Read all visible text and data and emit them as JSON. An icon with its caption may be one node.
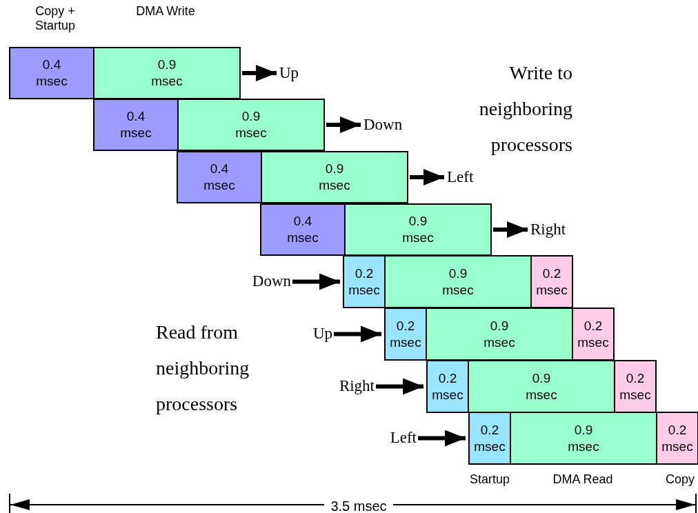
{
  "diagram": {
    "nodes": [
      {
        "text": [
          "0.4 msec"
        ]
      },
      {
        "text": [
          "0.9 msec"
        ]
      },
      {
        "text": [
          "Up"
        ]
      },
      {
        "text": [
          "0.4 msec"
        ]
      },
      {
        "text": [
          "0.9 msec"
        ]
      },
      {
        "text": [
          "Down"
        ]
      },
      {
        "text": [
          "0.4 msec"
        ]
      },
      {
        "text": [
          "0.9 msec"
        ]
      },
      {
        "text": [
          "Left"
        ]
      },
      {
        "text": [
          "0.4 msec"
        ]
      },
      {
        "text": [
          "0.9 msec"
        ]
      },
      {
        "text": [
          "Right"
        ]
      },
      {
        "text": [
          "Down"
        ]
      },
      {
        "text": [
          "0.2 msec"
        ]
      },
      {
        "text": [
          "0.9 msec"
        ]
      },
      {
        "text": [
          "0.2 msec"
        ]
      },
      {
        "text": [
          "Up"
        ]
      },
      {
        "text": [
          "0.2 msec"
        ]
      },
      {
        "text": [
          "0.9 msec"
        ]
      },
      {
        "text": [
          "0.2 msec"
        ]
      },
      {
        "text": [
          "Right"
        ]
      },
      {
        "text": [
          "0.2 msec"
        ]
      },
      {
        "text": [
          "0.9 msec"
        ]
      },
      {
        "text": [
          "0.2 msec"
        ]
      },
      {
        "text": [
          "Left"
        ]
      },
      {
        "text": [
          "0.2 msec"
        ]
      },
      {
        "text": [
          "0.9 msec"
        ]
      },
      {
        "text": [
          "0.2 msec"
        ]
      }
    ],
    "edges": [
      {
        "from": 1,
        "to": 2,
        "arrow": "to"
      },
      {
        "from": 4,
        "to": 5,
        "arrow": "to"
      },
      {
        "from": 7,
        "to": 8,
        "arrow": "to"
      },
      {
        "from": 10,
        "to": 11,
        "arrow": "to"
      },
      {
        "from": 12,
        "to": 13,
        "arrow": "to"
      },
      {
        "from": 16,
        "to": 17,
        "arrow": "to"
      },
      {
        "from": 20,
        "to": 21,
        "arrow": "to"
      },
      {
        "from": 24,
        "to": 25,
        "arrow": "to"
      }
    ],
    "labels": [
      "Copy + Startup",
      "DMA Write",
      "Write to neighboring processors",
      "Read from neighboring processors",
      "Startup",
      "DMA Read",
      "Copy",
      "3.5 msec"
    ]
  }
}
